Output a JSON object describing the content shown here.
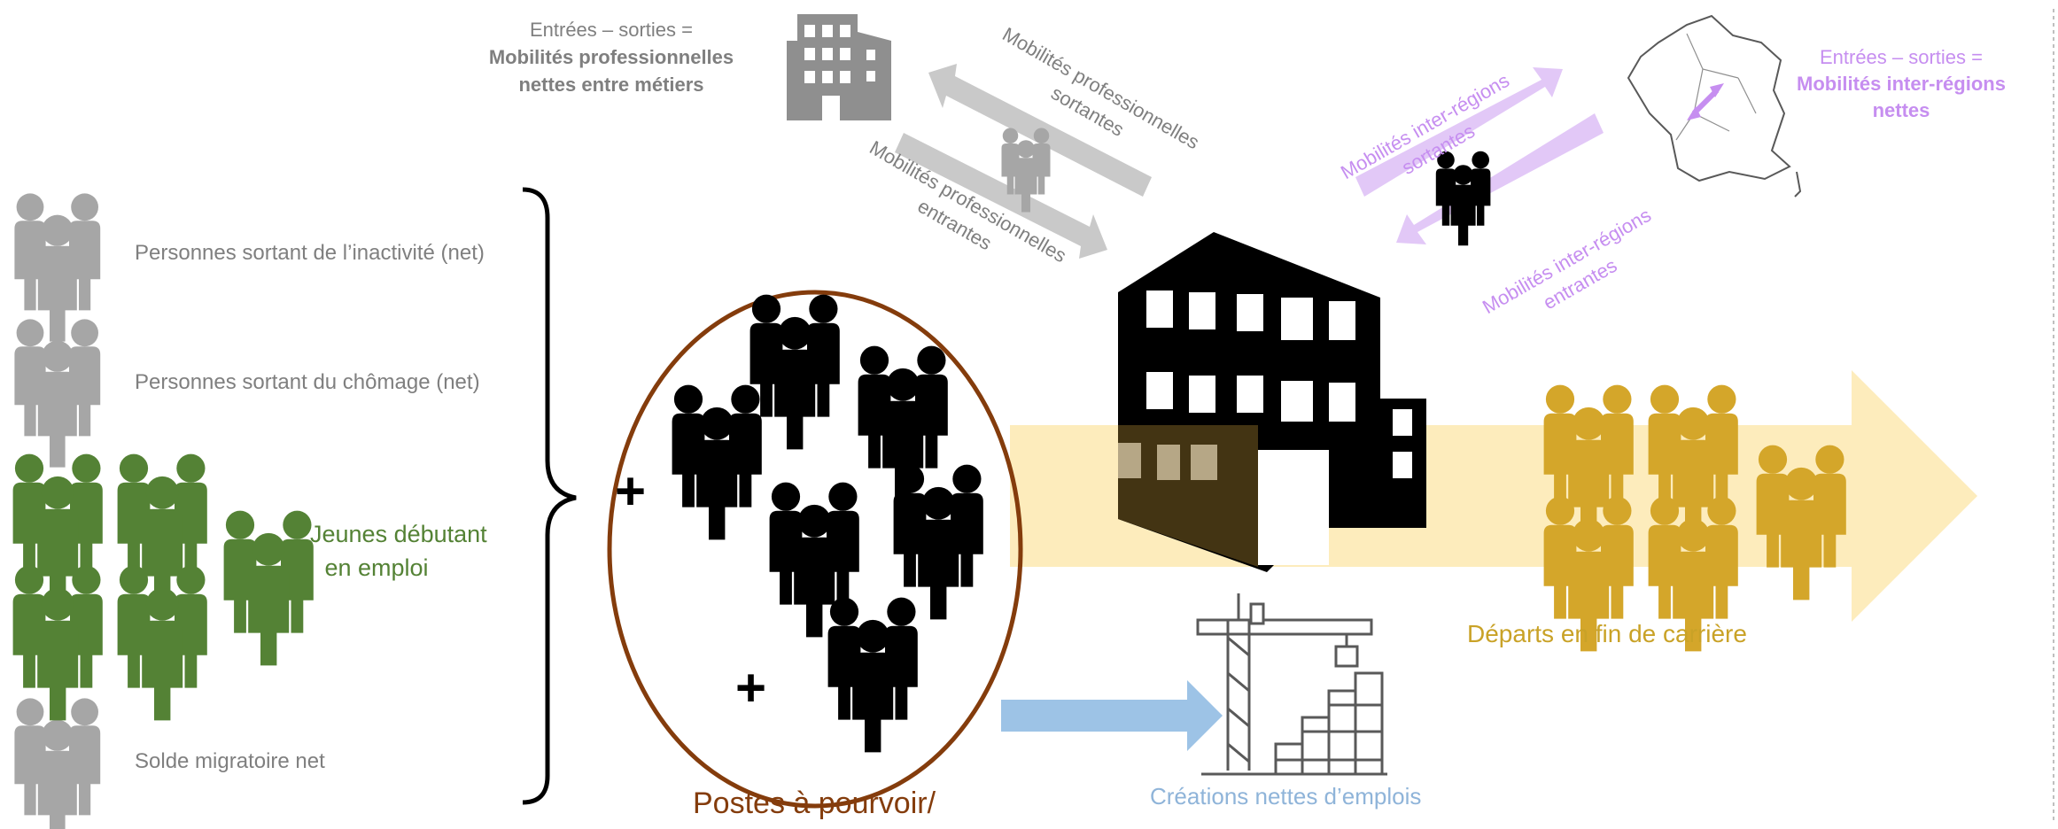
{
  "labels": {
    "pro_net_line1": "Entrées – sorties =",
    "pro_net_line2": "Mobilités professionnelles",
    "pro_net_line3": "nettes entre métiers",
    "pro_out_line1": "Mobilités professionnelles",
    "pro_out_line2": "sortantes",
    "pro_in_line1": "Mobilités professionnelles",
    "pro_in_line2": "entrantes",
    "reg_out_line1": "Mobilités inter-régions",
    "reg_out_line2": "sortantes",
    "reg_in_line1": "Mobilités inter-régions",
    "reg_in_line2": "entrantes",
    "reg_net_line1": "Entrées – sorties =",
    "reg_net_line2": "Mobilités inter-régions",
    "reg_net_line3": "nettes",
    "inactivity": "Personnes sortant de l’inactivité (net)",
    "unemployment": "Personnes sortant du chômage (net)",
    "youth_line1": "Jeunes débutant",
    "youth_line2": "en emploi",
    "migration": "Solde migratoire net",
    "positions": "Postes à pourvoir/",
    "job_creation": "Créations nettes d’emplois",
    "retirements": "Départs en fin de carrière",
    "plus_top": "+",
    "plus_bottom": "+"
  },
  "colors": {
    "grey": "#a6a6a6",
    "green": "#548235",
    "gold": "#d4a62a",
    "purple": "#c68ef0",
    "blue": "#9dc3e6",
    "brown": "#843c0c",
    "black": "#000000",
    "yellow_arrow": "#fde9b0"
  },
  "icons": {
    "people_group": "people-group-icon",
    "office_building": "office-building-icon",
    "france_map": "france-map-icon",
    "crane": "construction-crane-icon"
  }
}
